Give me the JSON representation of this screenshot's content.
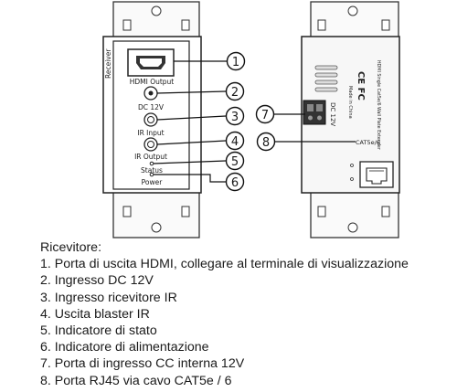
{
  "front": {
    "receiver_label": "Receiver",
    "hdmi_label": "HDMI Output",
    "dc_label": "DC 12V",
    "ir_input_label": "IR Input",
    "ir_output_label": "IR Output",
    "status_label": "Status",
    "power_label": "Power"
  },
  "back": {
    "model_text": "HDMI Single Cat5e/6 Wall Plate Extender",
    "made_in": "Made in China",
    "dc_port_label": "DC 12V",
    "cat_label": "CAT5e/6"
  },
  "callouts": [
    "1",
    "2",
    "3",
    "4",
    "5",
    "6",
    "7",
    "8"
  ],
  "legend": {
    "title": "Ricevitore:",
    "items": [
      "1. Porta di uscita HDMI, collegare al terminale di visualizzazione",
      "2. Ingresso DC 12V",
      "3. Ingresso ricevitore IR",
      "4. Uscita blaster IR",
      "5. Indicatore di stato",
      "6. Indicatore di alimentazione",
      "7. Porta di ingresso CC interna 12V",
      "8. Porta RJ45 via cavo CAT5e / 6"
    ]
  }
}
